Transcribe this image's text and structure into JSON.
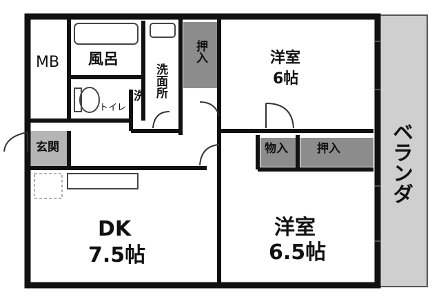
{
  "rooms": {
    "mb": "MB",
    "bath": "風呂",
    "washroom": "洗面所",
    "washer": "洗",
    "toilet": "トイレ",
    "closet_top": "押入",
    "western1_name": "洋室",
    "western1_size": "6帖",
    "entrance": "玄関",
    "storage": "物入",
    "closet_mid": "押入",
    "dk_name": "DK",
    "dk_size": "7.5帖",
    "western2_name": "洋室",
    "western2_size": "6.5帖",
    "veranda": "ベランダ"
  },
  "colors": {
    "wall": "#111111",
    "closet_fill": "#8c8c8c",
    "veranda_fill": "#cfcfcf",
    "room_fill": "#ffffff"
  }
}
